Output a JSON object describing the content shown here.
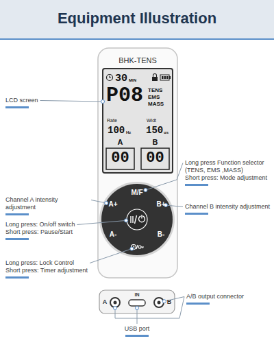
{
  "diagram": {
    "title": "Equipment Illustration",
    "nodes": [
      {
        "text": [
          "M/F"
        ]
      },
      {
        "text": [
          "A+"
        ]
      },
      {
        "text": [
          "B+"
        ]
      },
      {
        "text": [
          "A-"
        ]
      },
      {
        "text": [
          "B-"
        ]
      }
    ],
    "labels": [
      "BHK-TENS",
      "30",
      "MIN",
      "P08",
      "TENS",
      "EMS",
      "MASS",
      "Rate",
      "100",
      "Hz",
      "Widt",
      "150",
      "us",
      "A",
      "B",
      "00",
      "00",
      "LCD screen",
      "Channel A intensity adjustment",
      "Long press: On/off switch",
      "Short press: Pause/Start",
      "Long press: Lock Control",
      "Short press: Timer adjustment",
      "Long press Function selector (TENS, EMS ,MASS)",
      "Short press: Mode adjustment",
      "Channel B intensity adjustment",
      "A/B output connector",
      "A",
      "IN",
      "B",
      "USB port"
    ]
  }
}
